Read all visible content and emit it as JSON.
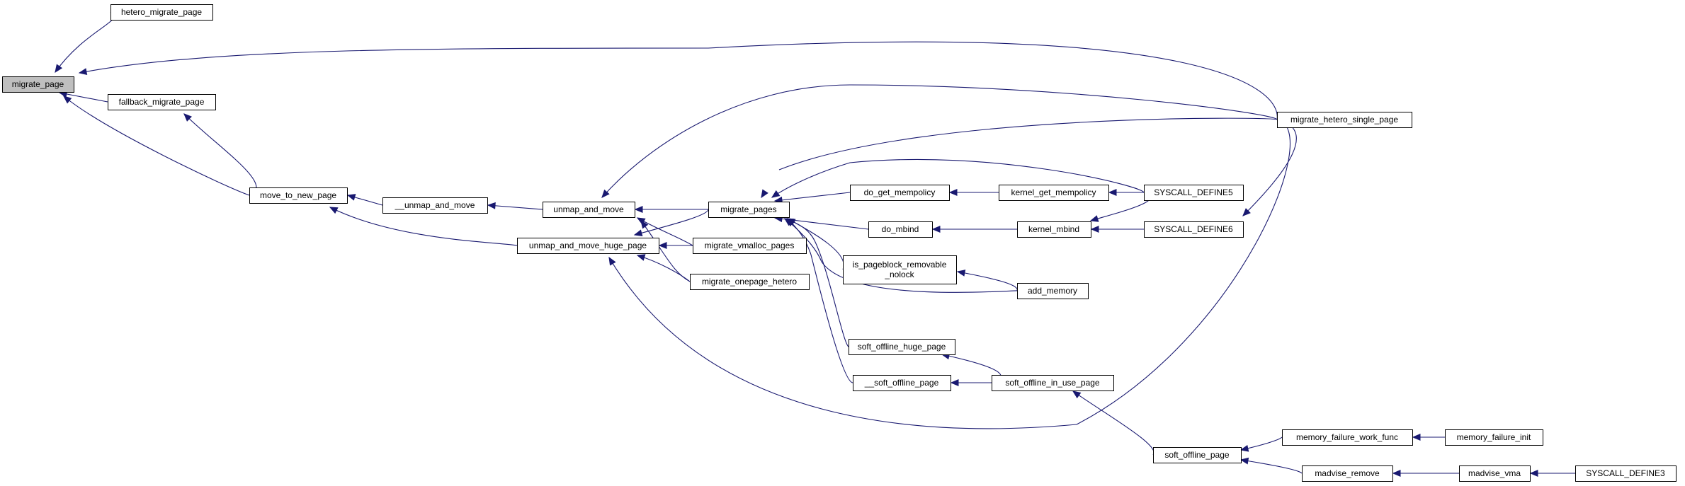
{
  "diagram": {
    "title": "",
    "colors": {
      "edge": "#191970",
      "node_border": "#000000",
      "selected_fill": "#bfbfbf",
      "node_fill": "#ffffff"
    },
    "nodes": [
      {
        "id": "migrate_page",
        "lines": [
          "migrate_page"
        ],
        "selected": true
      },
      {
        "id": "hetero_migrate_page",
        "lines": [
          "hetero_migrate_page"
        ]
      },
      {
        "id": "fallback_migrate_page",
        "lines": [
          "fallback_migrate_page"
        ]
      },
      {
        "id": "move_to_new_page",
        "lines": [
          "move_to_new_page"
        ]
      },
      {
        "id": "__unmap_and_move",
        "lines": [
          "__unmap_and_move"
        ]
      },
      {
        "id": "unmap_and_move",
        "lines": [
          "unmap_and_move"
        ]
      },
      {
        "id": "unmap_and_move_huge_page",
        "lines": [
          "unmap_and_move_huge_page"
        ]
      },
      {
        "id": "migrate_pages",
        "lines": [
          "migrate_pages"
        ]
      },
      {
        "id": "migrate_vmalloc_pages",
        "lines": [
          "migrate_vmalloc_pages"
        ]
      },
      {
        "id": "migrate_onepage_hetero",
        "lines": [
          "migrate_onepage_hetero"
        ]
      },
      {
        "id": "migrate_hetero_single_page",
        "lines": [
          "migrate_hetero_single_page"
        ]
      },
      {
        "id": "do_get_mempolicy",
        "lines": [
          "do_get_mempolicy"
        ]
      },
      {
        "id": "kernel_get_mempolicy",
        "lines": [
          "kernel_get_mempolicy"
        ]
      },
      {
        "id": "SYSCALL_DEFINE5",
        "lines": [
          "SYSCALL_DEFINE5"
        ]
      },
      {
        "id": "do_mbind",
        "lines": [
          "do_mbind"
        ]
      },
      {
        "id": "kernel_mbind",
        "lines": [
          "kernel_mbind"
        ]
      },
      {
        "id": "SYSCALL_DEFINE6",
        "lines": [
          "SYSCALL_DEFINE6"
        ]
      },
      {
        "id": "is_pageblock_removable_nolock",
        "lines": [
          "is_pageblock_removable",
          "_nolock"
        ]
      },
      {
        "id": "add_memory",
        "lines": [
          "add_memory"
        ]
      },
      {
        "id": "soft_offline_huge_page",
        "lines": [
          "soft_offline_huge_page"
        ]
      },
      {
        "id": "__soft_offline_page",
        "lines": [
          "__soft_offline_page"
        ]
      },
      {
        "id": "soft_offline_in_use_page",
        "lines": [
          "soft_offline_in_use_page"
        ]
      },
      {
        "id": "soft_offline_page",
        "lines": [
          "soft_offline_page"
        ]
      },
      {
        "id": "memory_failure_work_func",
        "lines": [
          "memory_failure_work_func"
        ]
      },
      {
        "id": "memory_failure_init",
        "lines": [
          "memory_failure_init"
        ]
      },
      {
        "id": "madvise_remove",
        "lines": [
          "madvise_remove"
        ]
      },
      {
        "id": "madvise_vma",
        "lines": [
          "madvise_vma"
        ]
      },
      {
        "id": "SYSCALL_DEFINE3",
        "lines": [
          "SYSCALL_DEFINE3"
        ]
      }
    ],
    "edges": [
      {
        "from": "hetero_migrate_page",
        "to": "migrate_page"
      },
      {
        "from": "migrate_hetero_single_page",
        "to": "migrate_page"
      },
      {
        "from": "fallback_migrate_page",
        "to": "migrate_page"
      },
      {
        "from": "move_to_new_page",
        "to": "migrate_page"
      },
      {
        "from": "move_to_new_page",
        "to": "fallback_migrate_page"
      },
      {
        "from": "__unmap_and_move",
        "to": "move_to_new_page"
      },
      {
        "from": "unmap_and_move_huge_page",
        "to": "move_to_new_page"
      },
      {
        "from": "unmap_and_move",
        "to": "__unmap_and_move"
      },
      {
        "from": "migrate_pages",
        "to": "unmap_and_move"
      },
      {
        "from": "migrate_hetero_single_page",
        "to": "unmap_and_move"
      },
      {
        "from": "migrate_vmalloc_pages",
        "to": "unmap_and_move"
      },
      {
        "from": "migrate_onepage_hetero",
        "to": "unmap_and_move"
      },
      {
        "from": "migrate_pages",
        "to": "unmap_and_move_huge_page"
      },
      {
        "from": "migrate_vmalloc_pages",
        "to": "unmap_and_move_huge_page"
      },
      {
        "from": "migrate_onepage_hetero",
        "to": "unmap_and_move_huge_page"
      },
      {
        "from": "migrate_hetero_single_page",
        "to": "unmap_and_move_huge_page"
      },
      {
        "from": "migrate_hetero_single_page",
        "to": "migrate_pages"
      },
      {
        "from": "SYSCALL_DEFINE5",
        "to": "migrate_pages"
      },
      {
        "from": "do_get_mempolicy",
        "to": "migrate_pages"
      },
      {
        "from": "do_mbind",
        "to": "migrate_pages"
      },
      {
        "from": "is_pageblock_removable_nolock",
        "to": "migrate_pages"
      },
      {
        "from": "add_memory",
        "to": "migrate_pages"
      },
      {
        "from": "soft_offline_huge_page",
        "to": "migrate_pages"
      },
      {
        "from": "__soft_offline_page",
        "to": "migrate_pages"
      },
      {
        "from": "kernel_get_mempolicy",
        "to": "do_get_mempolicy"
      },
      {
        "from": "SYSCALL_DEFINE5",
        "to": "kernel_get_mempolicy"
      },
      {
        "from": "kernel_mbind",
        "to": "do_mbind"
      },
      {
        "from": "SYSCALL_DEFINE5",
        "to": "kernel_mbind"
      },
      {
        "from": "SYSCALL_DEFINE6",
        "to": "kernel_mbind"
      },
      {
        "from": "migrate_hetero_single_page",
        "to": "SYSCALL_DEFINE6"
      },
      {
        "from": "add_memory",
        "to": "is_pageblock_removable_nolock"
      },
      {
        "from": "soft_offline_in_use_page",
        "to": "soft_offline_huge_page"
      },
      {
        "from": "soft_offline_in_use_page",
        "to": "__soft_offline_page"
      },
      {
        "from": "soft_offline_page",
        "to": "soft_offline_in_use_page"
      },
      {
        "from": "memory_failure_work_func",
        "to": "soft_offline_page"
      },
      {
        "from": "madvise_remove",
        "to": "soft_offline_page"
      },
      {
        "from": "memory_failure_init",
        "to": "memory_failure_work_func"
      },
      {
        "from": "madvise_vma",
        "to": "madvise_remove"
      },
      {
        "from": "SYSCALL_DEFINE3",
        "to": "madvise_vma"
      }
    ]
  }
}
